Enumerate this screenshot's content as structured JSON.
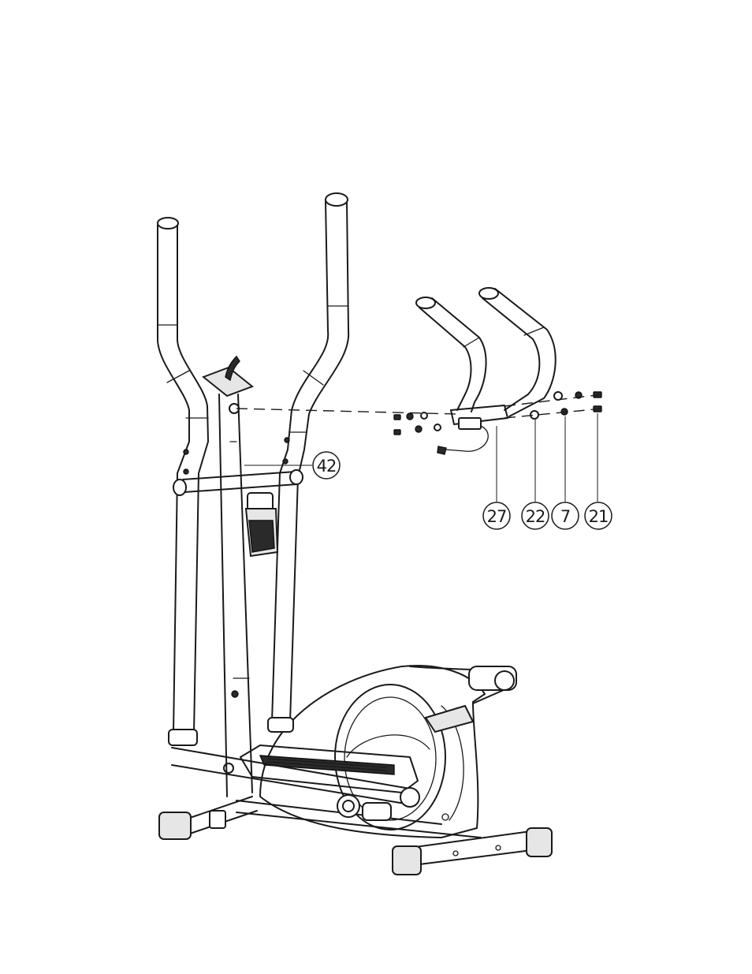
{
  "diagram": {
    "callouts": [
      {
        "id": "c42",
        "label": "42"
      },
      {
        "id": "c27",
        "label": "27"
      },
      {
        "id": "c22",
        "label": "22"
      },
      {
        "id": "c7",
        "label": "7"
      },
      {
        "id": "c21",
        "label": "21"
      }
    ]
  }
}
